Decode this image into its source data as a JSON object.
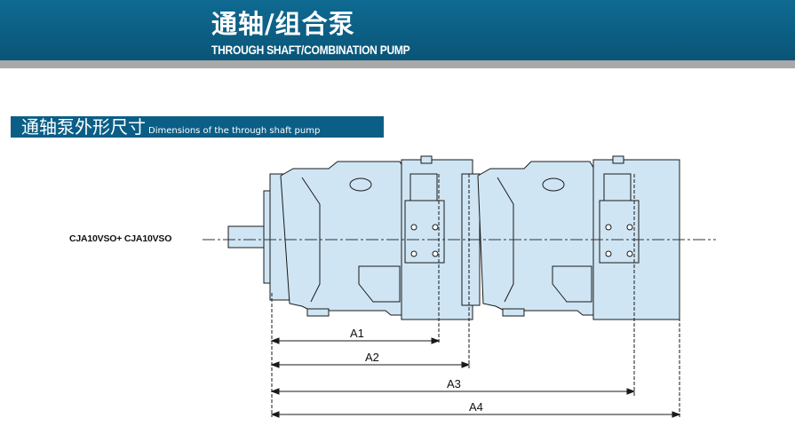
{
  "header": {
    "title_cn": "通轴/组合泵",
    "title_en": "THROUGH SHAFT/COMBINATION PUMP"
  },
  "section": {
    "title_cn": "通轴泵外形尺寸",
    "title_en": "Dimensions of the through shaft pump"
  },
  "drawing": {
    "model": "CJA10VSO+ CJA10VSO",
    "dimensions": [
      "A1",
      "A2",
      "A3",
      "A4"
    ],
    "colors": {
      "body": "#cfe5f4",
      "outline": "#1a1a1a",
      "banner": "#0b5e86"
    }
  }
}
